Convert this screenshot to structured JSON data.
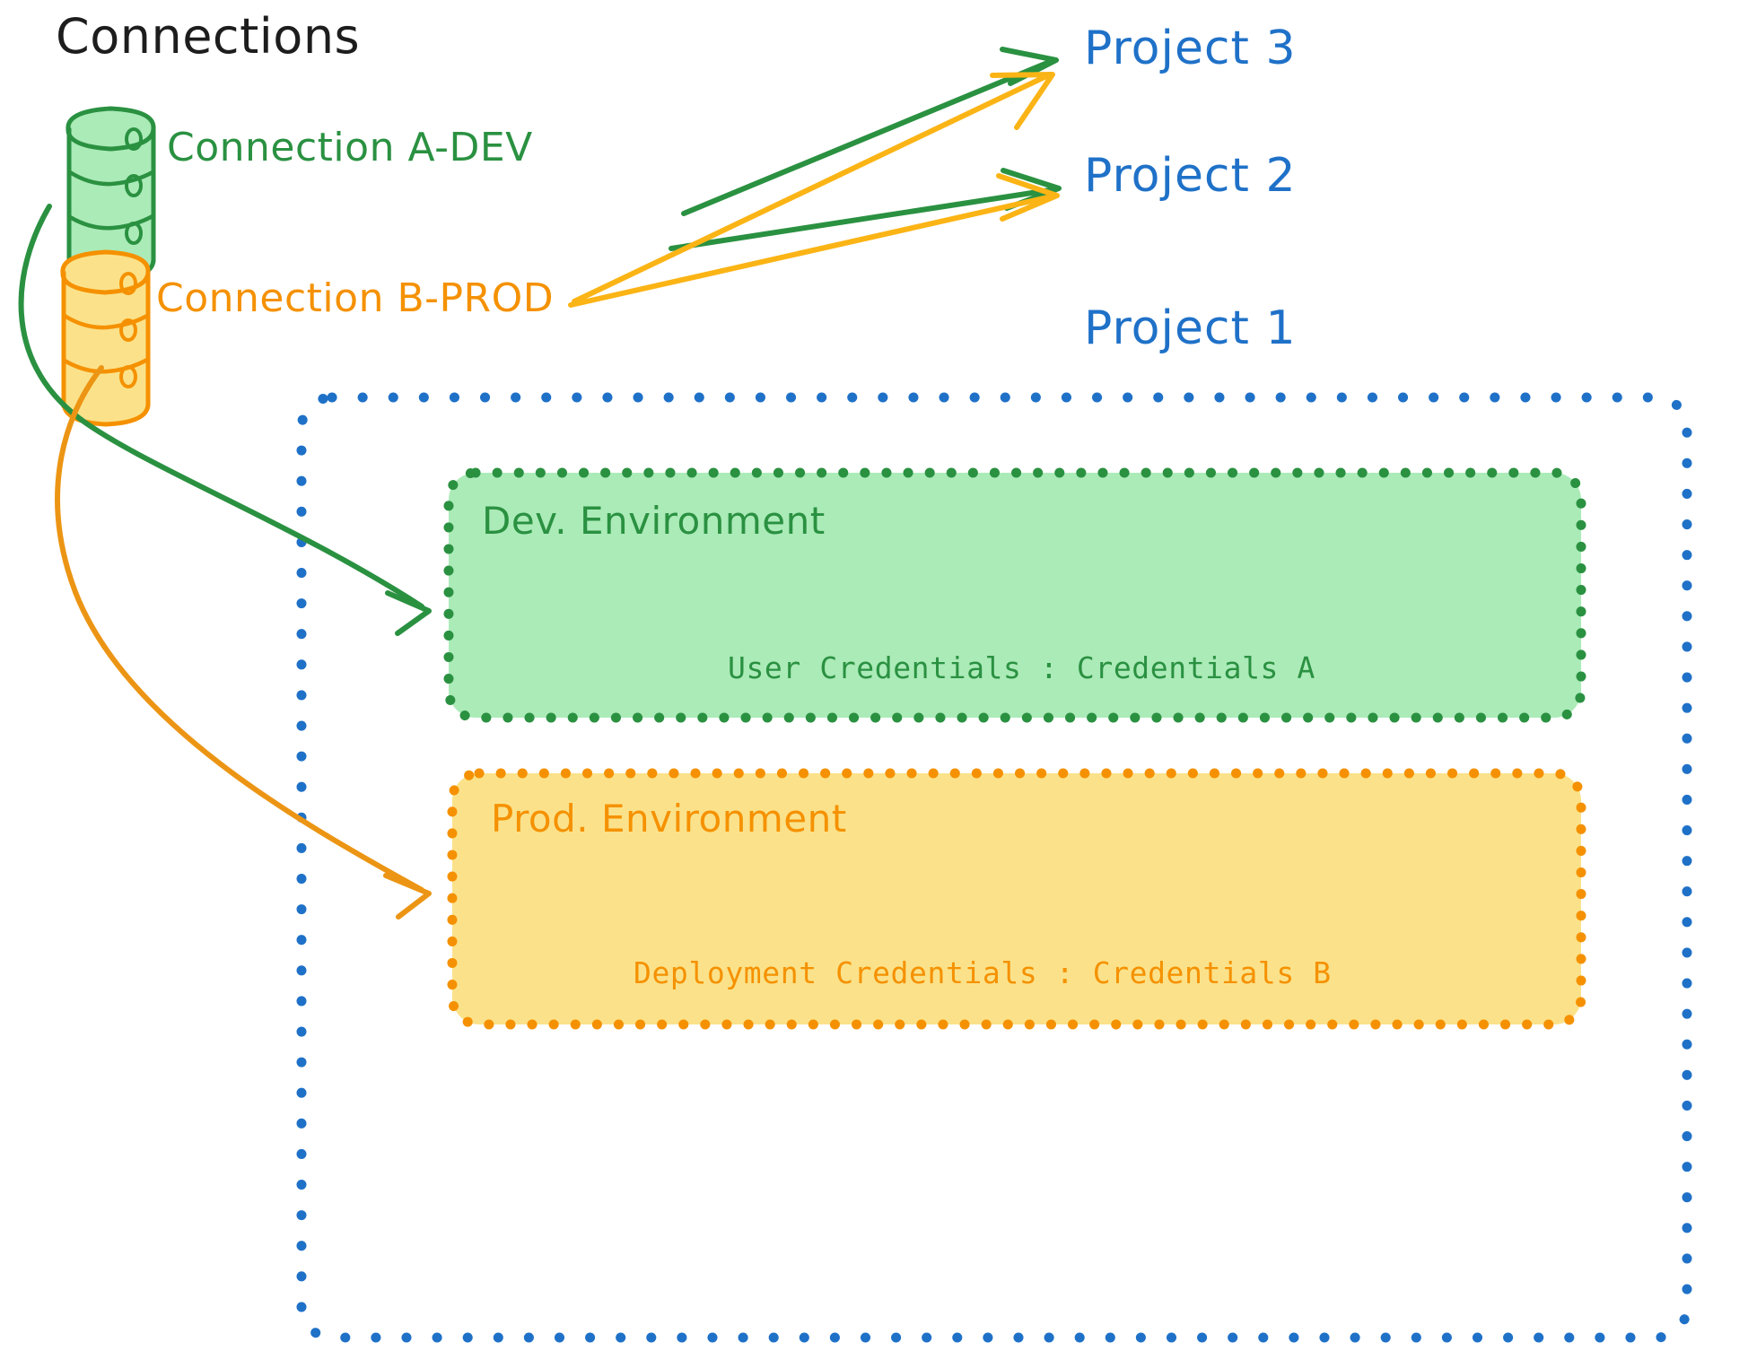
{
  "diagram": {
    "title": "Connections",
    "colors": {
      "green_stroke": "#2a9141",
      "green_fill": "#abebb8",
      "orange_stroke": "#f59100",
      "orange_fill": "#fbe28a",
      "blue": "#1f71c8",
      "title_black": "#1d1d1d",
      "background": "#ffffff"
    },
    "connections": [
      {
        "name": "connection-a-dev",
        "label": "Connection A-DEV",
        "color": "#2a9141",
        "icon": "database-cylinder-icon",
        "targets": [
          "Project 3",
          "Project 2",
          "Dev. Environment"
        ]
      },
      {
        "name": "connection-b-prod",
        "label": "Connection B-PROD",
        "color": "#f59100",
        "icon": "database-cylinder-icon",
        "targets": [
          "Project 3",
          "Project 2",
          "Prod. Environment"
        ]
      }
    ],
    "projects": [
      {
        "name": "project-3",
        "label": "Project 3"
      },
      {
        "name": "project-2",
        "label": "Project 2"
      },
      {
        "name": "project-1",
        "label": "Project 1"
      }
    ],
    "project1_container": {
      "label": "Project 1",
      "border_style": "dotted",
      "border_color": "#1f71c8",
      "environments": [
        {
          "name": "dev-environment",
          "title": "Dev. Environment",
          "credential_label": "User Credentials",
          "credential_separator": ":",
          "credential_value": "Credentials A",
          "credential_line": "User Credentials : Credentials A",
          "fill": "#abebb8",
          "border_color": "#2a9141"
        },
        {
          "name": "prod-environment",
          "title": "Prod. Environment",
          "credential_label": "Deployment Credentials",
          "credential_separator": ":",
          "credential_value": "Credentials B",
          "credential_line": "Deployment Credentials : Credentials B",
          "fill": "#fbe28a",
          "border_color": "#f59100"
        }
      ]
    }
  }
}
